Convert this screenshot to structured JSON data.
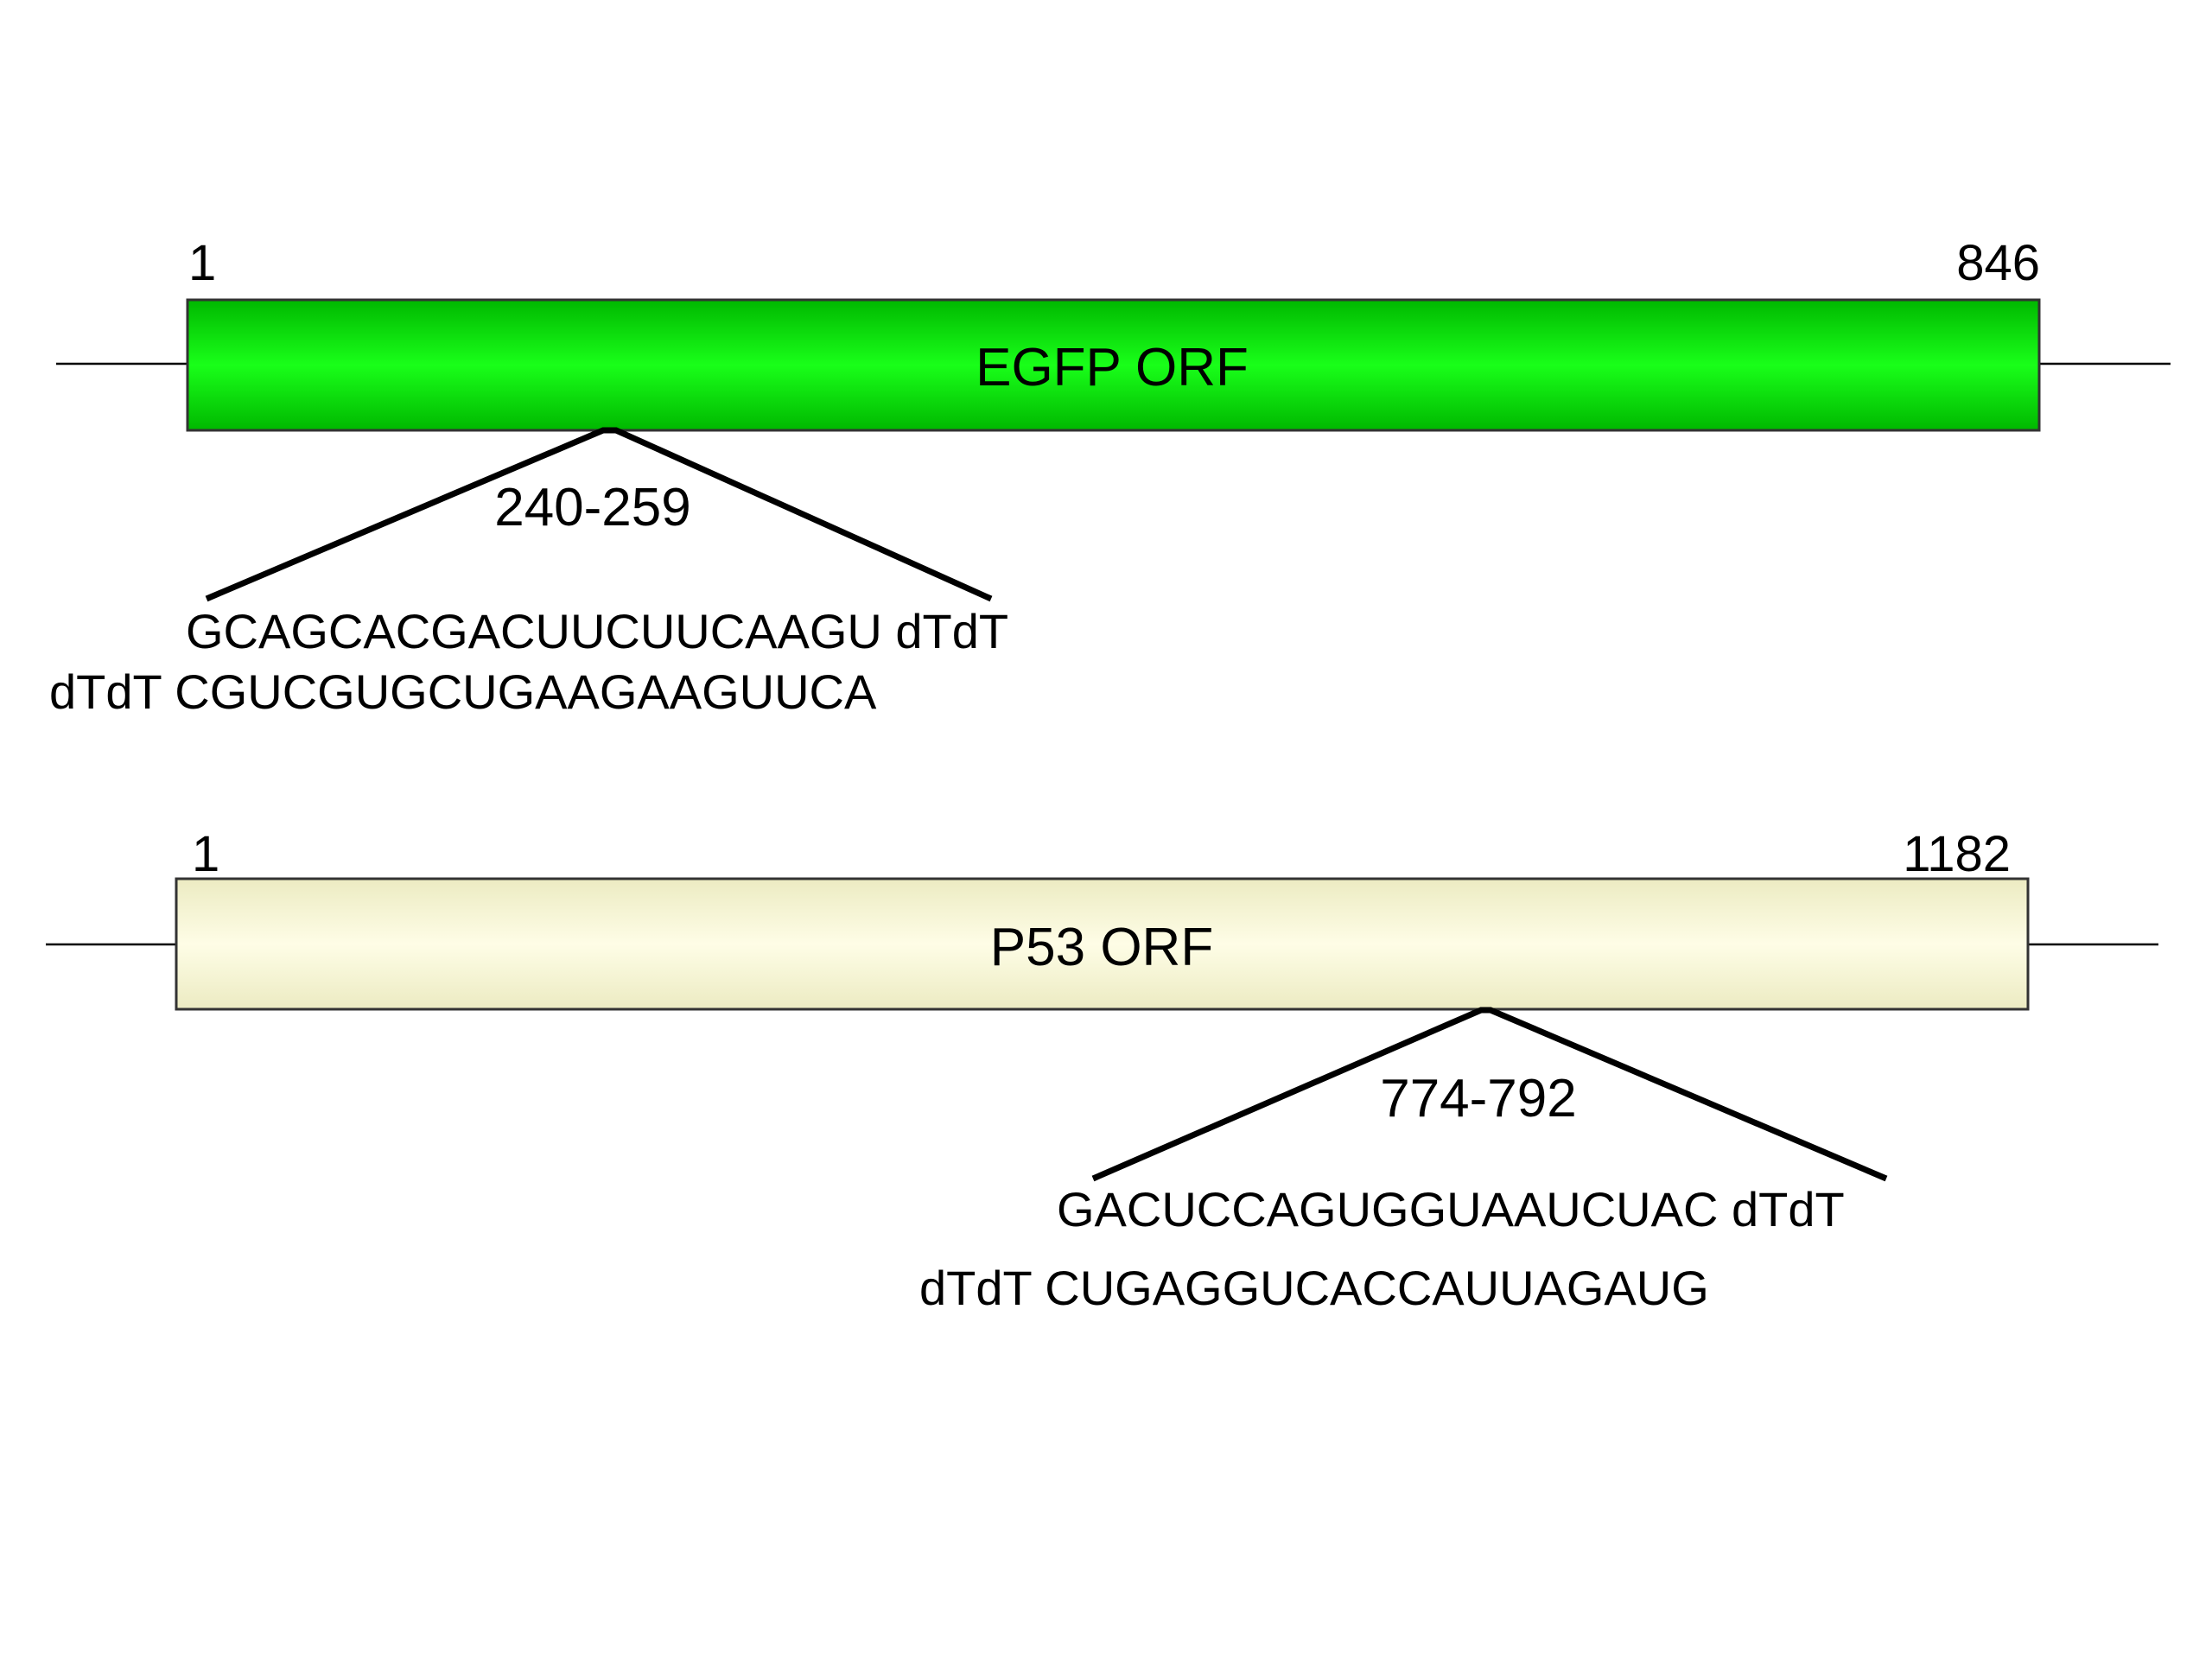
{
  "colors": {
    "egfp_fill_light": "#19ff19",
    "egfp_fill_dark": "#00b800",
    "p53_fill_light": "#fefde6",
    "p53_fill_dark": "#ecebc2"
  },
  "constructs": [
    {
      "orf_label": "EGFP ORF",
      "start_label": "1",
      "end_label": "846",
      "target_range": "240-259",
      "sense_strand": "GCAGCACGACUUCUUCAAGU dTdT",
      "antisense_strand": "dTdT CGUCGUGCUGAAGAAGUUCA"
    },
    {
      "orf_label": "P53 ORF",
      "start_label": "1",
      "end_label": "1182",
      "target_range": "774-792",
      "sense_strand": "GACUCCAGUGGUAAUCUAC dTdT",
      "antisense_strand": "dTdT CUGAGGUCACCAUUAGAUG"
    }
  ]
}
